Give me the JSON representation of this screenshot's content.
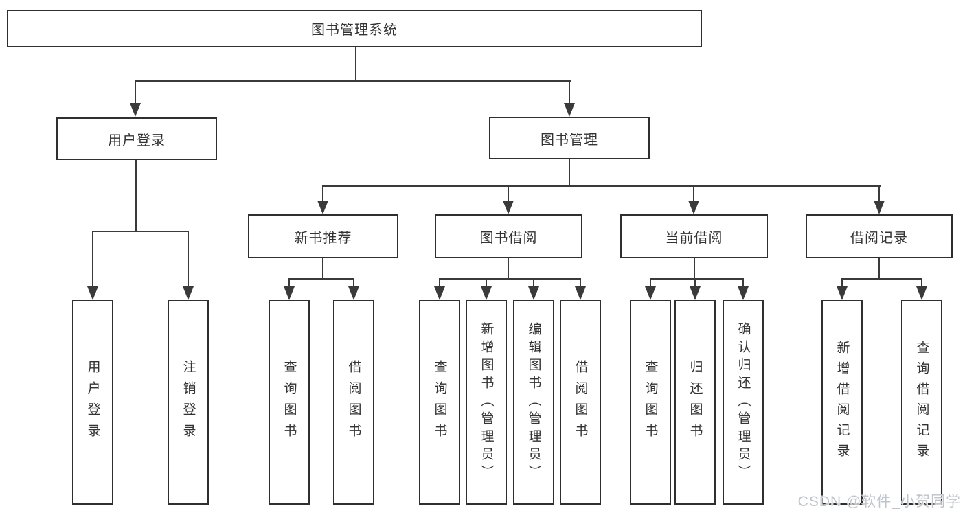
{
  "nodes": {
    "root": "图书管理系统",
    "login": "用户登录",
    "management": "图书管理",
    "new_book_rec": "新书推荐",
    "book_borrow": "图书借阅",
    "current_borrow": "当前借阅",
    "borrow_records": "借阅记录",
    "user_login": "用户登录",
    "logout_login": "注销登录",
    "nb_query_books": "查询图书",
    "nb_borrow_books": "借阅图书",
    "bb_query_books": "查询图书",
    "bb_add_books": "新增图书（管理员）",
    "bb_edit_books": "编辑图书（管理员）",
    "bb_borrow_books": "借阅图书",
    "cb_query_books": "查询图书",
    "cb_return_books": "归还图书",
    "cb_confirm_return": "确认归还（管理员）",
    "br_add_record": "新增借阅记录",
    "br_query_record": "查询借阅记录"
  },
  "watermark": "CSDN @软件_小贺同学",
  "colors": {
    "line": "#3a3a3a",
    "box_border": "#2f2f2f",
    "text": "#333333",
    "watermark": "#bfc5cb",
    "background": "#ffffff"
  }
}
